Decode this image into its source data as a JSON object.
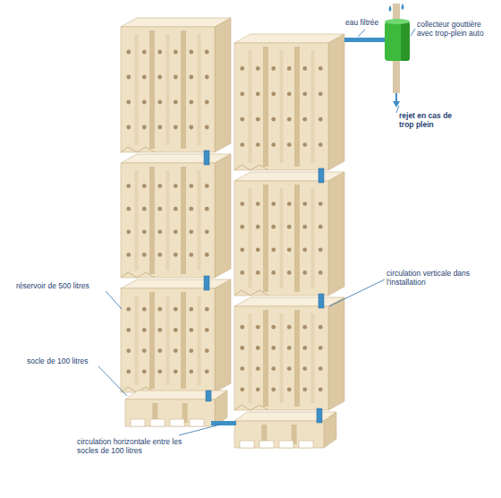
{
  "diagram": {
    "labels": [
      "collecteur gouttière avec trop-plein auto",
      "eau filtrée",
      "rejet en cas de trop plein",
      "circulation verticale dans l'installation",
      "réservoir de 500 litres",
      "socle de 100 litres",
      "circulation horizontale entre les socles de 100 litres"
    ]
  }
}
